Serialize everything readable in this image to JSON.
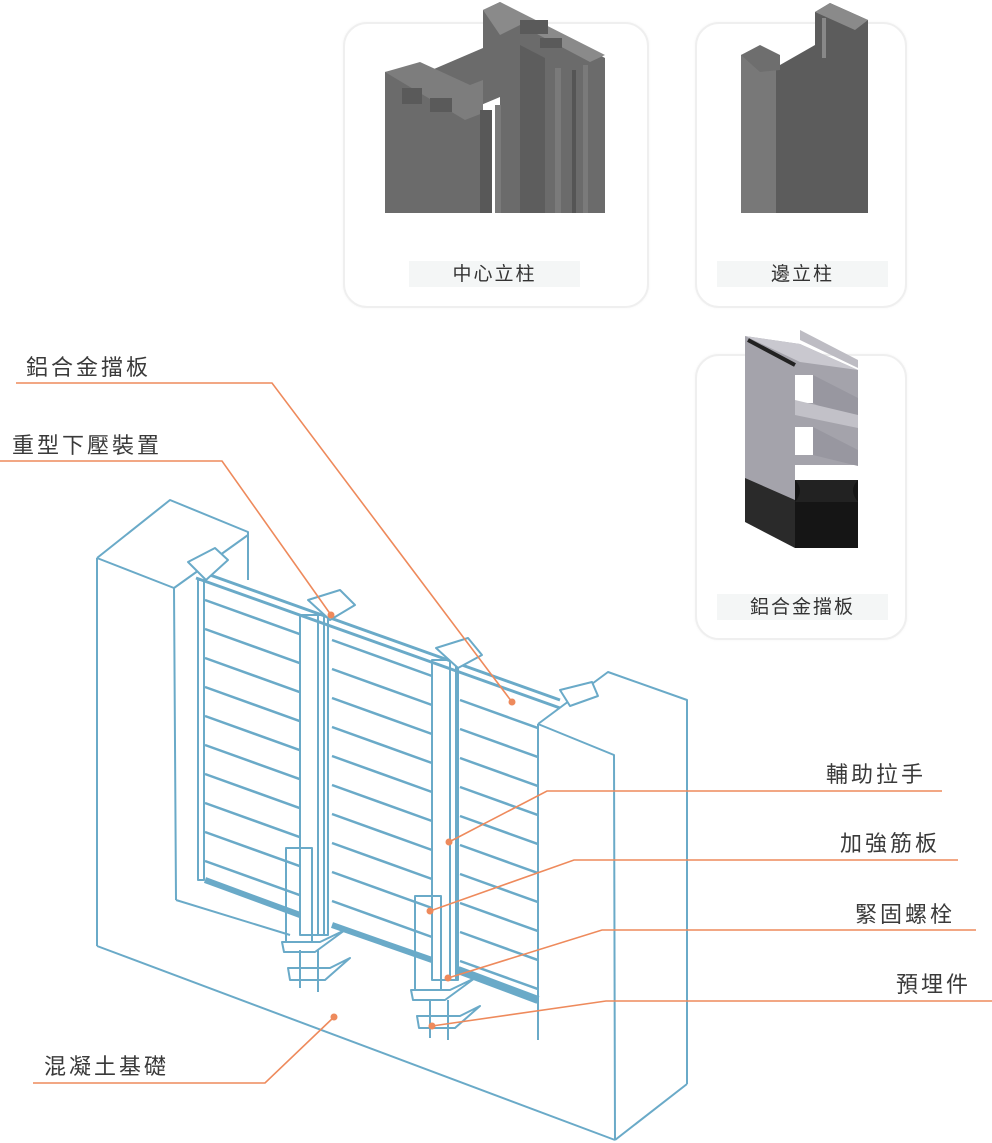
{
  "diagram": {
    "title_components": [
      {
        "id": "center-post",
        "caption": "中心立柱"
      },
      {
        "id": "side-post",
        "caption": "邊立柱"
      },
      {
        "id": "aluminum-panel",
        "caption": "鋁合金擋板"
      }
    ],
    "callouts_left": [
      {
        "id": "aluminum-panel",
        "label": "鋁合金擋板"
      },
      {
        "id": "heavy-press-device",
        "label": "重型下壓裝置"
      },
      {
        "id": "concrete-foundation",
        "label": "混凝土基礎"
      }
    ],
    "callouts_right": [
      {
        "id": "auxiliary-handle",
        "label": "輔助拉手"
      },
      {
        "id": "stiffener-plate",
        "label": "加強筋板"
      },
      {
        "id": "fastening-bolt",
        "label": "緊固螺栓"
      },
      {
        "id": "embedded-part",
        "label": "預埋件"
      }
    ],
    "colors": {
      "drawing_line": "#6aaac8",
      "leader_line": "#ee8a5c",
      "profile_gray": "#6b6b6b",
      "profile_dark": "#5a5a5a",
      "panel_light": "#a9a8b0",
      "rubber_black": "#1c1c1c",
      "label_text": "#3a3a3a"
    }
  }
}
